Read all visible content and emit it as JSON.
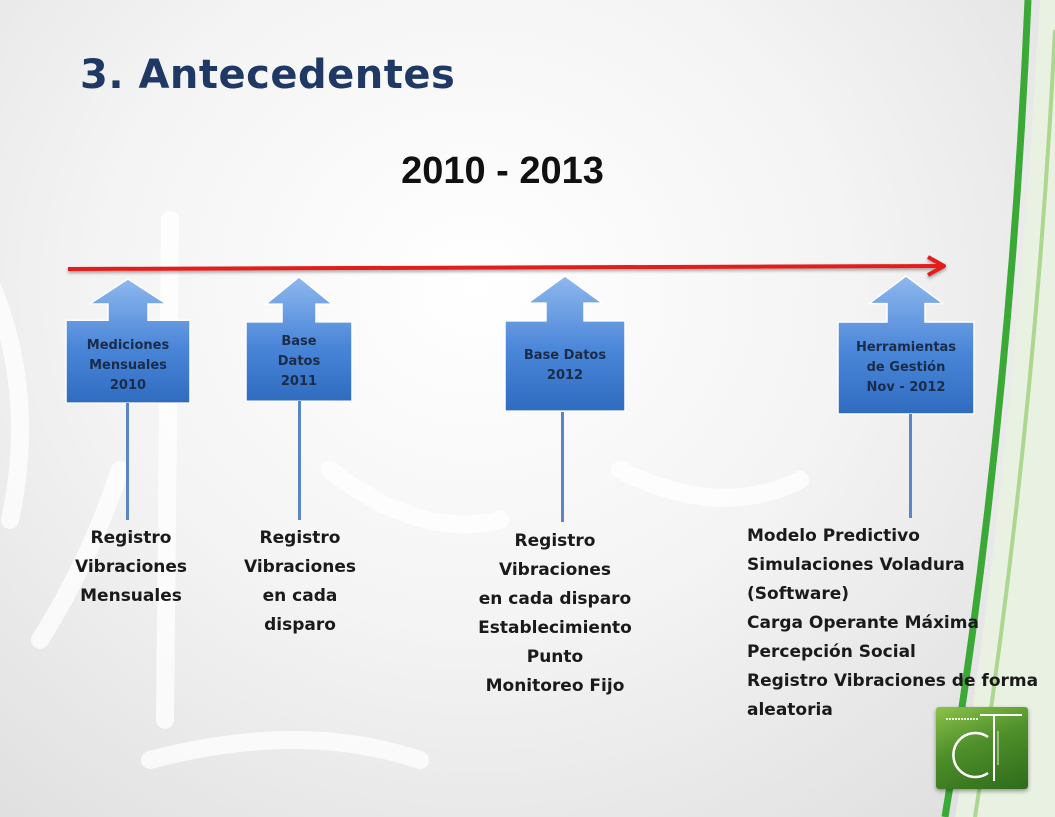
{
  "title": "3. Antecedentes",
  "subtitle": "2010 - 2013",
  "colors": {
    "title": "#1f3864",
    "timeline_arrow": "#e31b1b",
    "node_fill": "#4a86d8",
    "stem": "#5b86c6",
    "accent_green": "#3aa935"
  },
  "milestones": [
    {
      "label": "Mediciones\nMensuales\n2010",
      "description": "Registro\nVibraciones\nMensuales"
    },
    {
      "label": "Base\nDatos\n2011",
      "description": "Registro\nVibraciones\nen cada\ndisparo"
    },
    {
      "label": "Base Datos\n2012",
      "description": "Registro\nVibraciones\nen cada disparo\nEstablecimiento\nPunto\nMonitoreo Fijo"
    },
    {
      "label": "Herramientas\nde Gestión\nNov - 2012",
      "description": "Modelo Predictivo\nSimulaciones Voladura\n(Software)\nCarga Operante Máxima\nPercepción Social\nRegistro Vibraciones de forma\naleatoria"
    }
  ],
  "logo": {
    "icon": "ct-logo-icon"
  }
}
